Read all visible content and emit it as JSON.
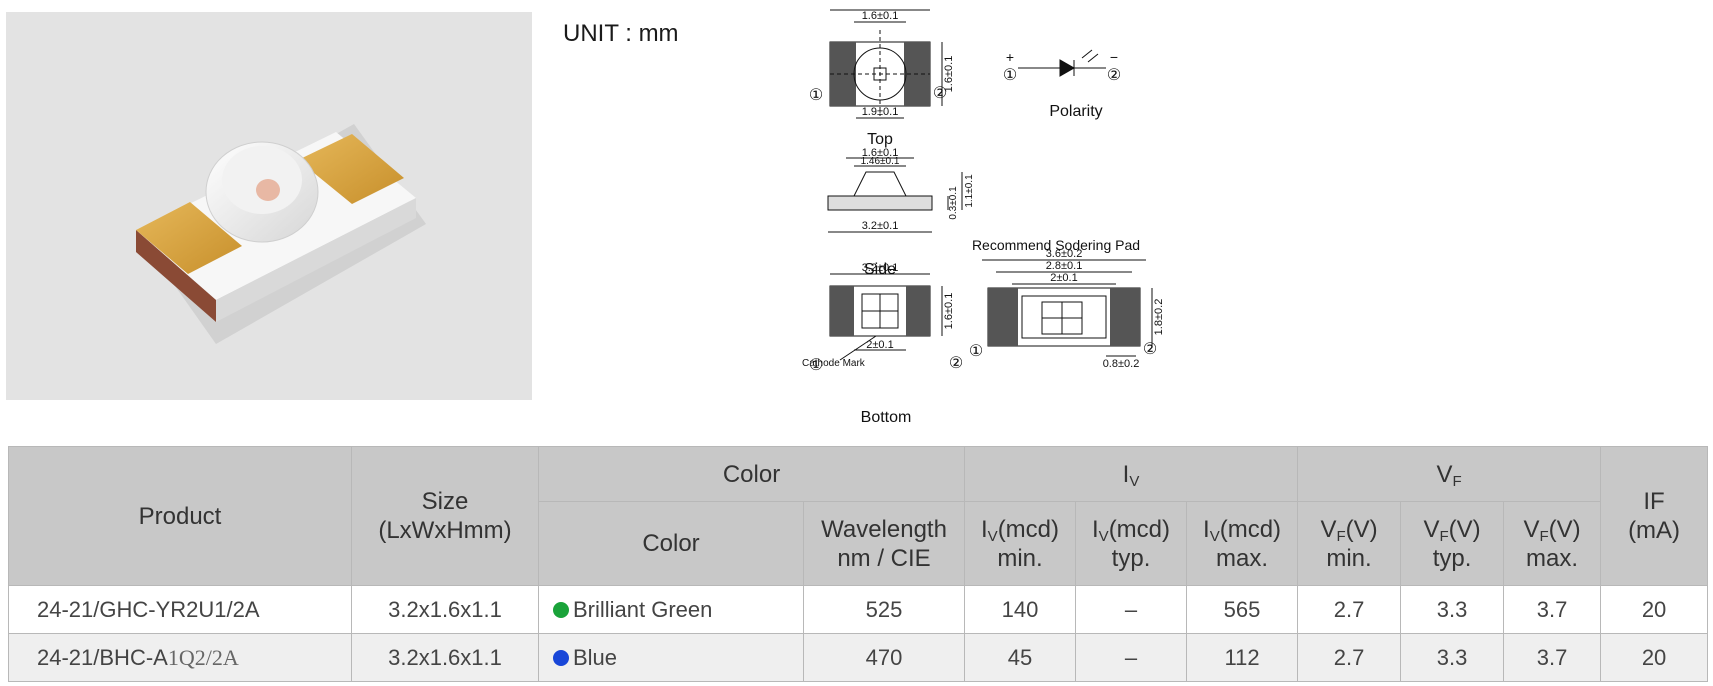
{
  "unit_label": "UNIT : mm",
  "drawing": {
    "top_label": "Top",
    "side_label": "Side",
    "bottom_label": "Bottom",
    "polarity_label": "Polarity",
    "pad_title": "Recommend Sodering Pad",
    "cathode_mark": "Cathode Mark",
    "pin1": "①",
    "pin2": "②",
    "plus": "+",
    "minus": "−",
    "dims": {
      "top_w": "1.6±0.1",
      "top_h": "1.6±0.1",
      "top_bw": "1.9±0.1",
      "side_w1": "1.6±0.1",
      "side_w2": "1.46±0.1",
      "side_h1": "0.3±0.1",
      "side_h2": "1.1±0.1",
      "side_base": "3.2±0.1",
      "bot_w": "3.2±0.1",
      "bot_h": "1.6±0.1",
      "bot_gap": "2±0.1",
      "pad_w1": "3.6±0.2",
      "pad_w2": "2.8±0.1",
      "pad_w3": "2±0.1",
      "pad_h": "1.8±0.2",
      "pad_pw": "0.8±0.2"
    }
  },
  "table": {
    "headers": {
      "product": "Product",
      "size_line1": "Size",
      "size_line2": "(LxWxHmm)",
      "color_group": "Color",
      "iv_group": "I",
      "iv_sub": "V",
      "vf_group": "V",
      "vf_sub": "F",
      "if_line1": "IF",
      "if_line2": "(mA)",
      "color": "Color",
      "wl_line1": "Wavelength",
      "wl_line2": "nm / CIE",
      "iv_prefix": "I",
      "iv_unit": "(mcd)",
      "vf_prefix": "V",
      "vf_unit": "(V)",
      "min": "min.",
      "typ": "typ.",
      "max": "max."
    },
    "rows": [
      {
        "product": "24-21/GHC-YR2U1/2A",
        "product_tail": "",
        "size": "3.2x1.6x1.1",
        "dot_color": "#1aa33a",
        "color": "Brilliant Green",
        "wavelength": "525",
        "iv_min": "140",
        "iv_typ": "–",
        "iv_max": "565",
        "vf_min": "2.7",
        "vf_typ": "3.3",
        "vf_max": "3.7",
        "if": "20"
      },
      {
        "product": "24-21/BHC-A",
        "product_tail": "1Q2/2A",
        "size": "3.2x1.6x1.1",
        "dot_color": "#1846d8",
        "color": "Blue",
        "wavelength": "470",
        "iv_min": "45",
        "iv_typ": "–",
        "iv_max": "112",
        "vf_min": "2.7",
        "vf_typ": "3.3",
        "vf_max": "3.7",
        "if": "20"
      }
    ]
  }
}
